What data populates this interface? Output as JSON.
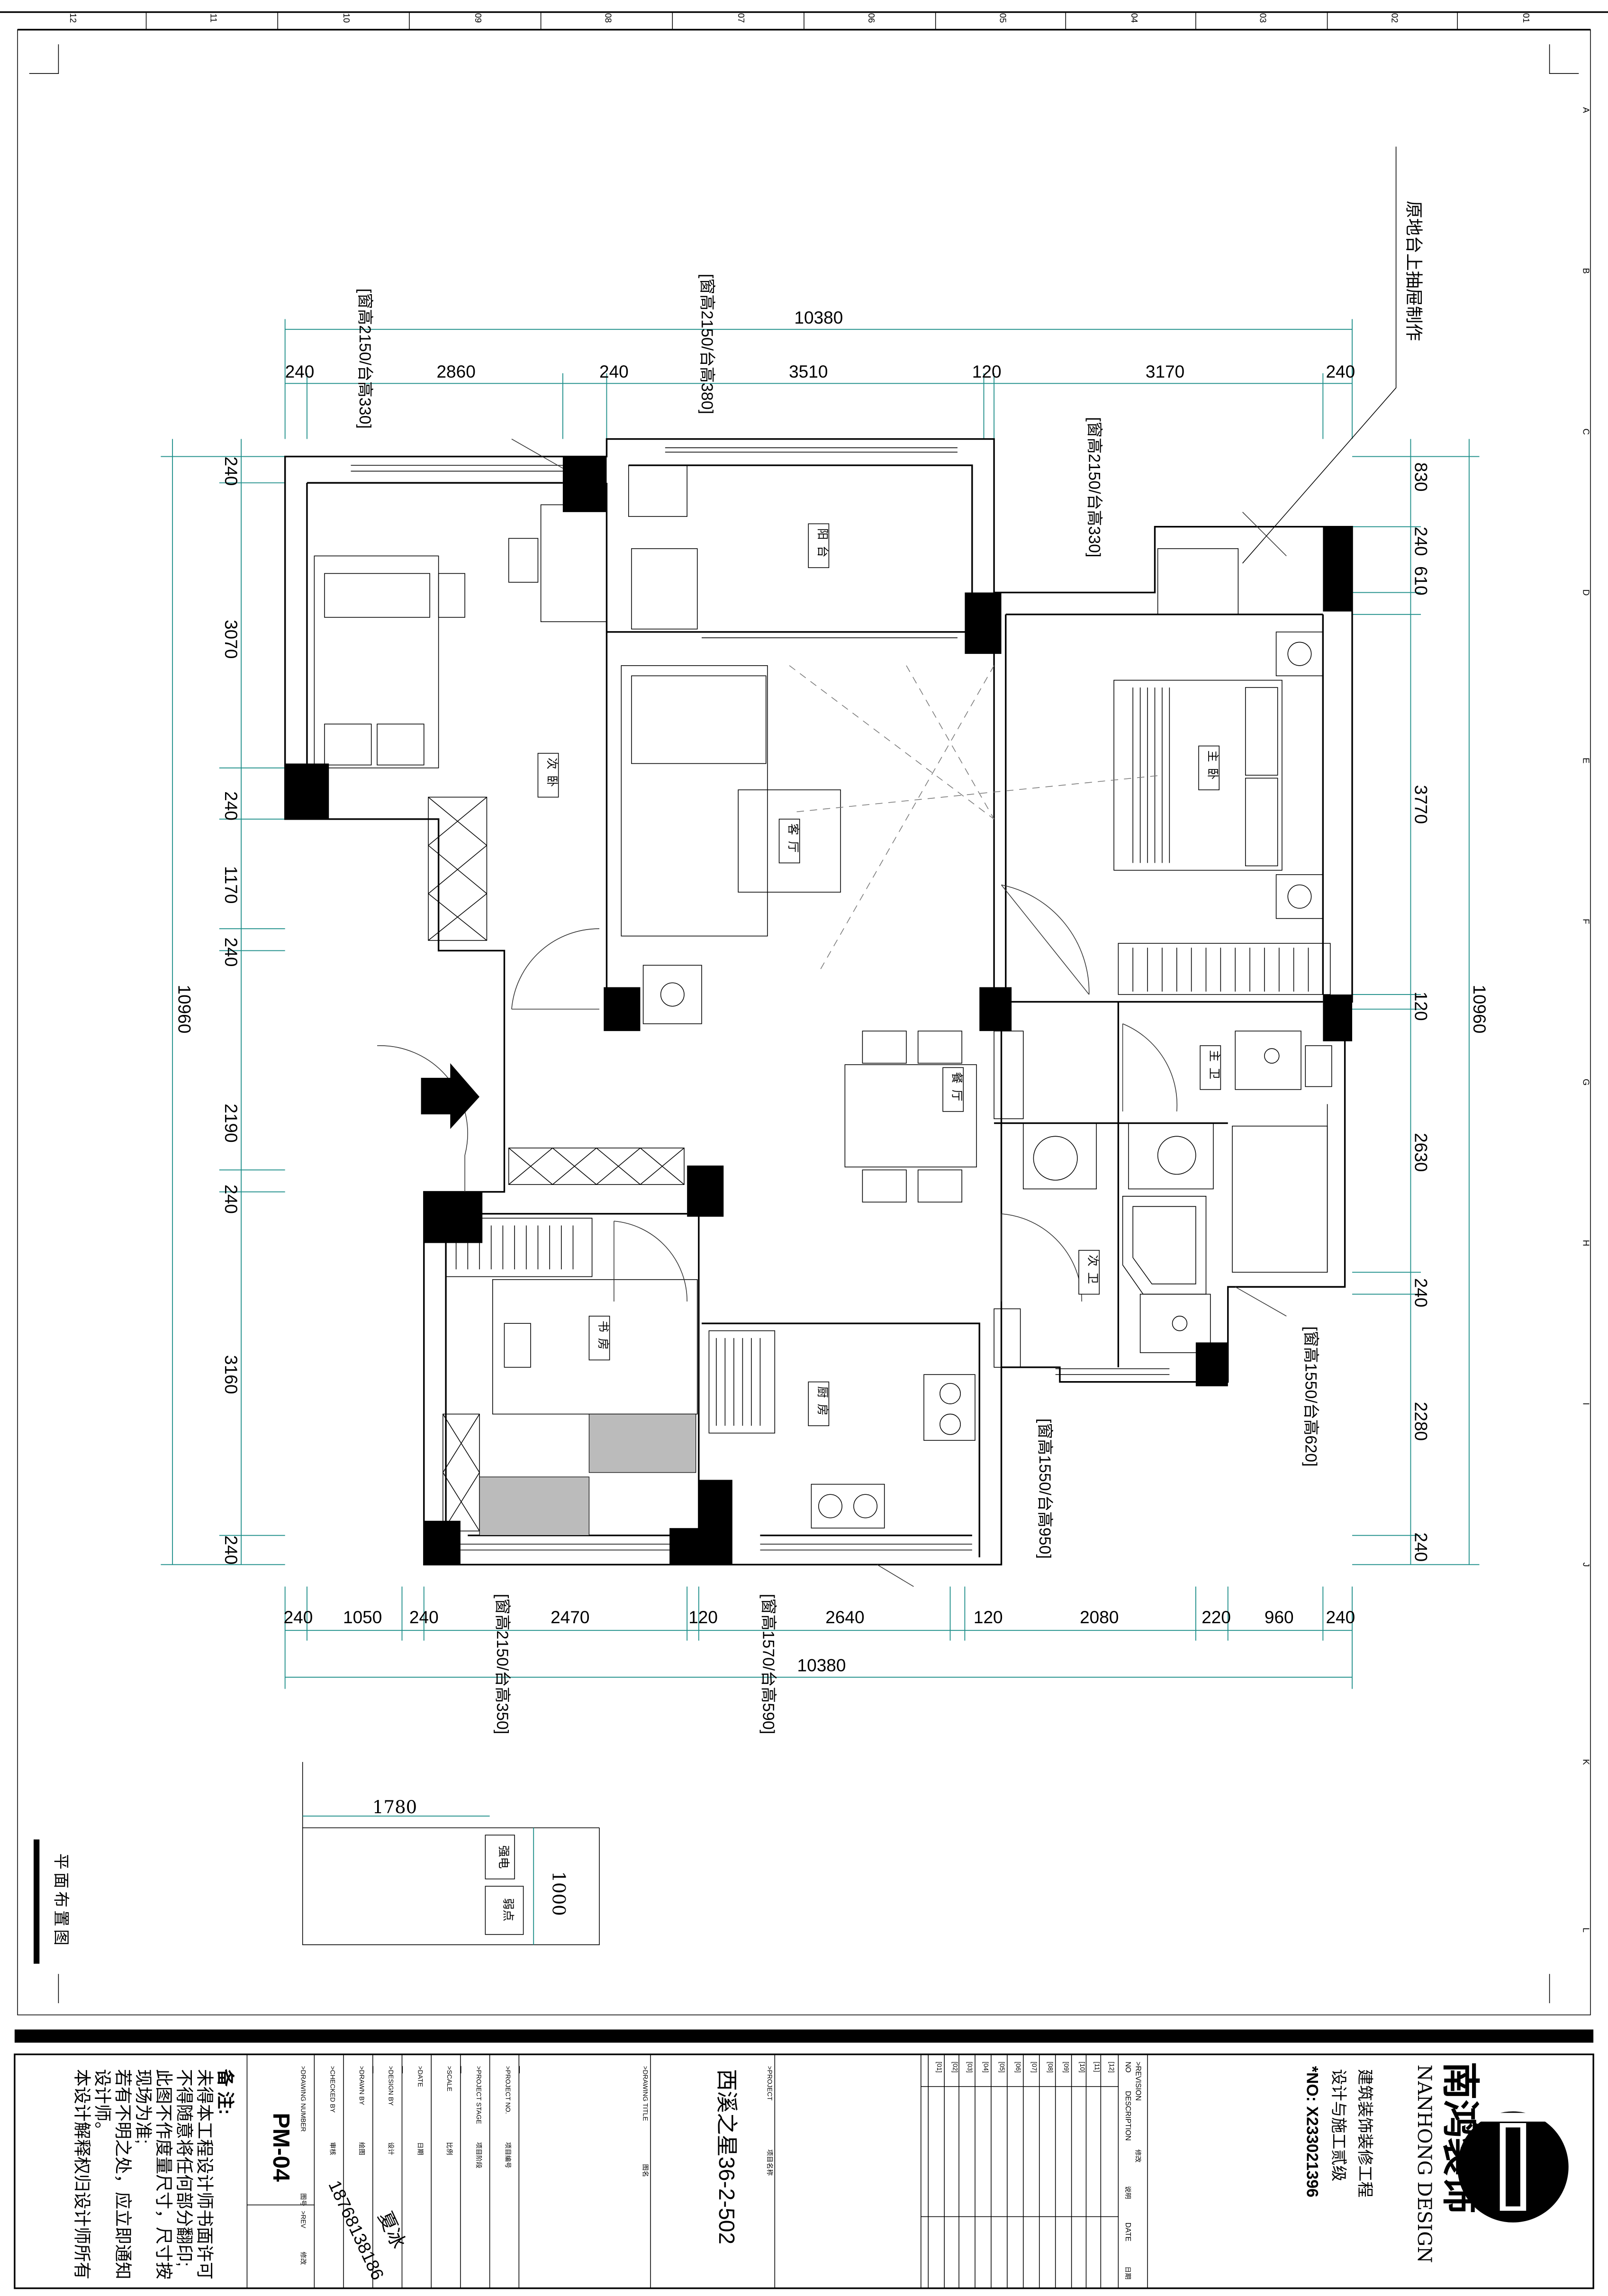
{
  "grid": {
    "columns": [
      "12",
      "11",
      "10",
      "09",
      "08",
      "07",
      "06",
      "05",
      "04",
      "03",
      "02",
      "01"
    ],
    "rows": [
      "A",
      "B",
      "C",
      "D",
      "E",
      "F",
      "G",
      "H",
      "I",
      "J",
      "K",
      "L"
    ]
  },
  "rooms": {
    "balcony": "阳台",
    "second_bedroom": "次卧",
    "living_room": "客厅",
    "master_bedroom": "主卧",
    "dining_room": "餐厅",
    "master_bath": "主卫",
    "second_bath": "次卫",
    "study": "书房",
    "kitchen": "厨房"
  },
  "dims": {
    "top_total": "10380",
    "top": [
      "240",
      "2860",
      "240",
      "3510",
      "120",
      "3170",
      "240"
    ],
    "bottom": [
      "240",
      "1050",
      "240",
      "2470",
      "120",
      "2640",
      "120",
      "2080",
      "220",
      "960",
      "240"
    ],
    "bottom_total": "10380",
    "left": [
      "240",
      "3070",
      "240",
      "1170",
      "240",
      "2190",
      "240",
      "3160",
      "240"
    ],
    "left_total": "10960",
    "right": [
      "830",
      "240",
      "610",
      "3770",
      "120",
      "2630",
      "240",
      "2280",
      "240"
    ],
    "right_total": "10960"
  },
  "window_notes": [
    "[窗高2150/台高330]",
    "[窗高2150/台高380]",
    "[窗高2150/台高330]",
    "[窗高1550/台高620]",
    "[窗高1550/台高950]",
    "[窗高2150/台高350]",
    "[窗高1570/台高590]"
  ],
  "annotation": "原地台上抽屉制作",
  "panel": {
    "width": "1780",
    "height": "1000",
    "strong": "强电",
    "weak": "弱点"
  },
  "plan_title": "平面布置图",
  "title_block": {
    "notes": [
      "备  注:",
      "未得本工程设计师书面许可",
      "不得随意将任何部分翻印;",
      "此图不作度量尺寸，尺寸按",
      "现场为准;",
      "若有不明之处，应立即通知",
      "设计师。",
      "本设计解释权归设计师所有"
    ],
    "drawing_number_label": ">DRAWING NUMBER",
    "drawing_number_cn": "图号",
    "drawing_number": "PM-04",
    "rev_label": ">REV",
    "rev_cn": "修改",
    "checked_label": ">CHECKED BY",
    "checked_cn": "审核",
    "drawn_label": ">DRAWN BY",
    "drawn_cn": "绘图",
    "drawn_value": "—",
    "design_label": ">DESIGN BY",
    "design_cn": "设计",
    "design_value": "—",
    "date_label": ">DATE",
    "date_cn": "日期",
    "scale_label": ">SCALE",
    "scale_cn": "比例",
    "scale_value": "—",
    "stage_label": ">PROJECT STAGE",
    "stage_cn": "项目阶段",
    "project_no_label": ">PROJECT NO.",
    "project_no_cn": "项目编号",
    "project_no_value": "—",
    "drawing_title_label": ">DRAWING TITLE",
    "drawing_title_cn": "图名",
    "project_label": ">PROJECT",
    "project_cn": "项目名称",
    "project_value": "西溪之星36-2-502",
    "signature_name": "夏冰",
    "signature_phone": "18768138186",
    "revision_label": ">REVISION",
    "revision_cn": "修改",
    "no_label": "NO",
    "description_label": "DESCRIPTION",
    "description_cn": "说明",
    "date_col_label": "DATE",
    "date_col_cn": "日期",
    "revision_rows": [
      "[01]",
      "[02]",
      "[03]",
      "[04]",
      "[05]",
      "[06]",
      "[07]",
      "[08]",
      "[09]",
      "[10]",
      "[11]",
      "[12]"
    ],
    "company_cn": "南鸿装饰",
    "company_en": "NANHONG DESIGN",
    "qualification_1": "建筑装饰装修工程",
    "qualification_2": "设计与施工贰级",
    "cert_no": "*NO: X233021396"
  }
}
